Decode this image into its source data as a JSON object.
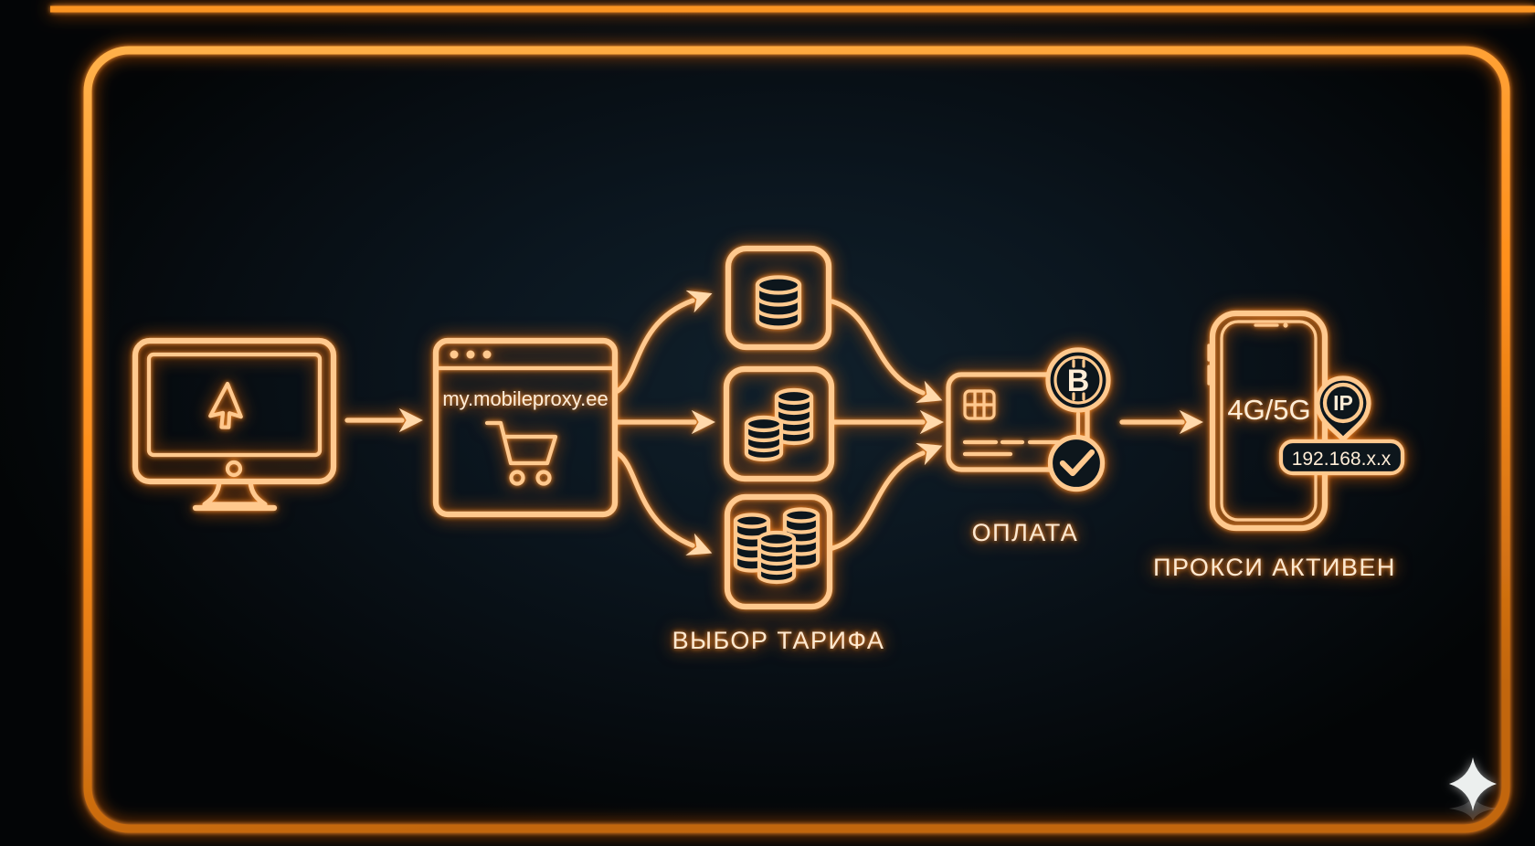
{
  "title": "Неоновая схема покупки мобильного прокси",
  "colors": {
    "background": "#0b161f",
    "neon_stroke": "#ffc98e",
    "neon_glow": "#ff7a00",
    "neon_text": "#ffedd6",
    "frame": "#ff9a2e",
    "sparkle": "#ecefee"
  },
  "flow": {
    "step1": {
      "name": "visit-site",
      "icon": "desktop-monitor-cursor-icon"
    },
    "step2": {
      "name": "open-store",
      "icon": "browser-window-cart-icon",
      "url": "my.mobileproxy.ee"
    },
    "step3": {
      "name": "choose-tariff",
      "label": "ВЫБОР ТАРИФА",
      "options": [
        "tariff-small-coin-stack-icon",
        "tariff-medium-coin-stacks-icon",
        "tariff-large-coin-stacks-icon"
      ]
    },
    "step4": {
      "name": "payment",
      "label": "ОПЛАТА",
      "icons": [
        "credit-card-icon",
        "bitcoin-icon",
        "check-circle-icon"
      ],
      "bitcoin_symbol": "B"
    },
    "step5": {
      "name": "proxy-active",
      "label": "ПРОКСИ АКТИВЕН",
      "network": "4G/5G",
      "pin_label": "IP",
      "ip_address": "192.168.x.x"
    }
  },
  "logo": {
    "name": "sparkle-logo"
  }
}
